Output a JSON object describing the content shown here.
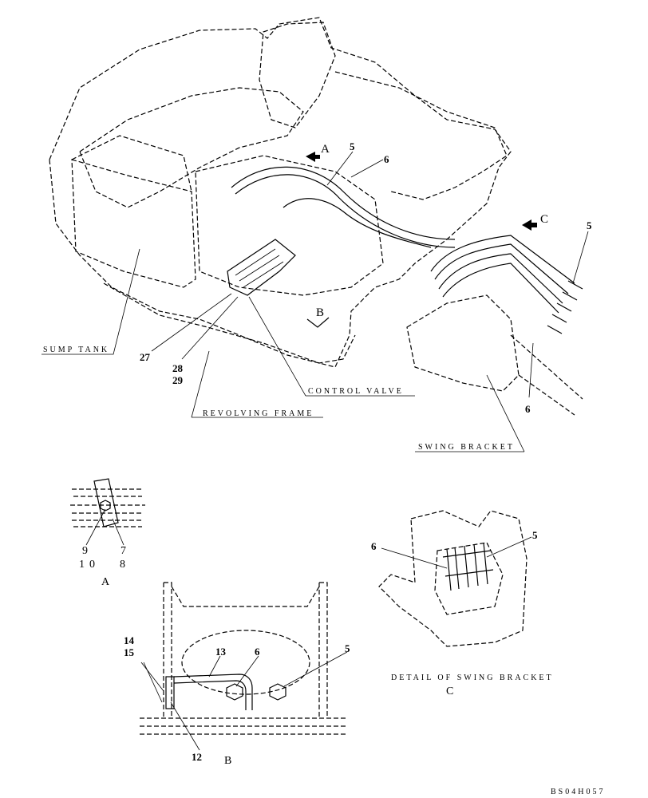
{
  "main_view": {
    "view_a_marker": "A",
    "view_b_marker": "B",
    "view_c_marker": "C",
    "callouts": {
      "hose_5_top": "5",
      "hose_6_top": "6",
      "hose_5_right": "5",
      "hose_6_right": "6",
      "part_27": "27",
      "part_28": "28",
      "part_29": "29"
    },
    "component_labels": {
      "sump_tank": "SUMP TANK",
      "control_valve": "CONTROL VALVE",
      "revolving_frame": "REVOLVING FRAME",
      "swing_bracket": "SWING BRACKET"
    }
  },
  "detail_a": {
    "callouts": {
      "part_9": "9",
      "part_7": "7",
      "part_10": "10",
      "part_8": "8"
    },
    "caption": "A"
  },
  "detail_b": {
    "callouts": {
      "part_14": "14",
      "part_15": "15",
      "part_13": "13",
      "part_6": "6",
      "part_5": "5",
      "part_12": "12"
    },
    "caption": "B"
  },
  "detail_c": {
    "callouts": {
      "part_6": "6",
      "part_5": "5"
    },
    "title": "DETAIL OF SWING BRACKET",
    "caption": "C"
  },
  "drawing_number": "BS04H057"
}
